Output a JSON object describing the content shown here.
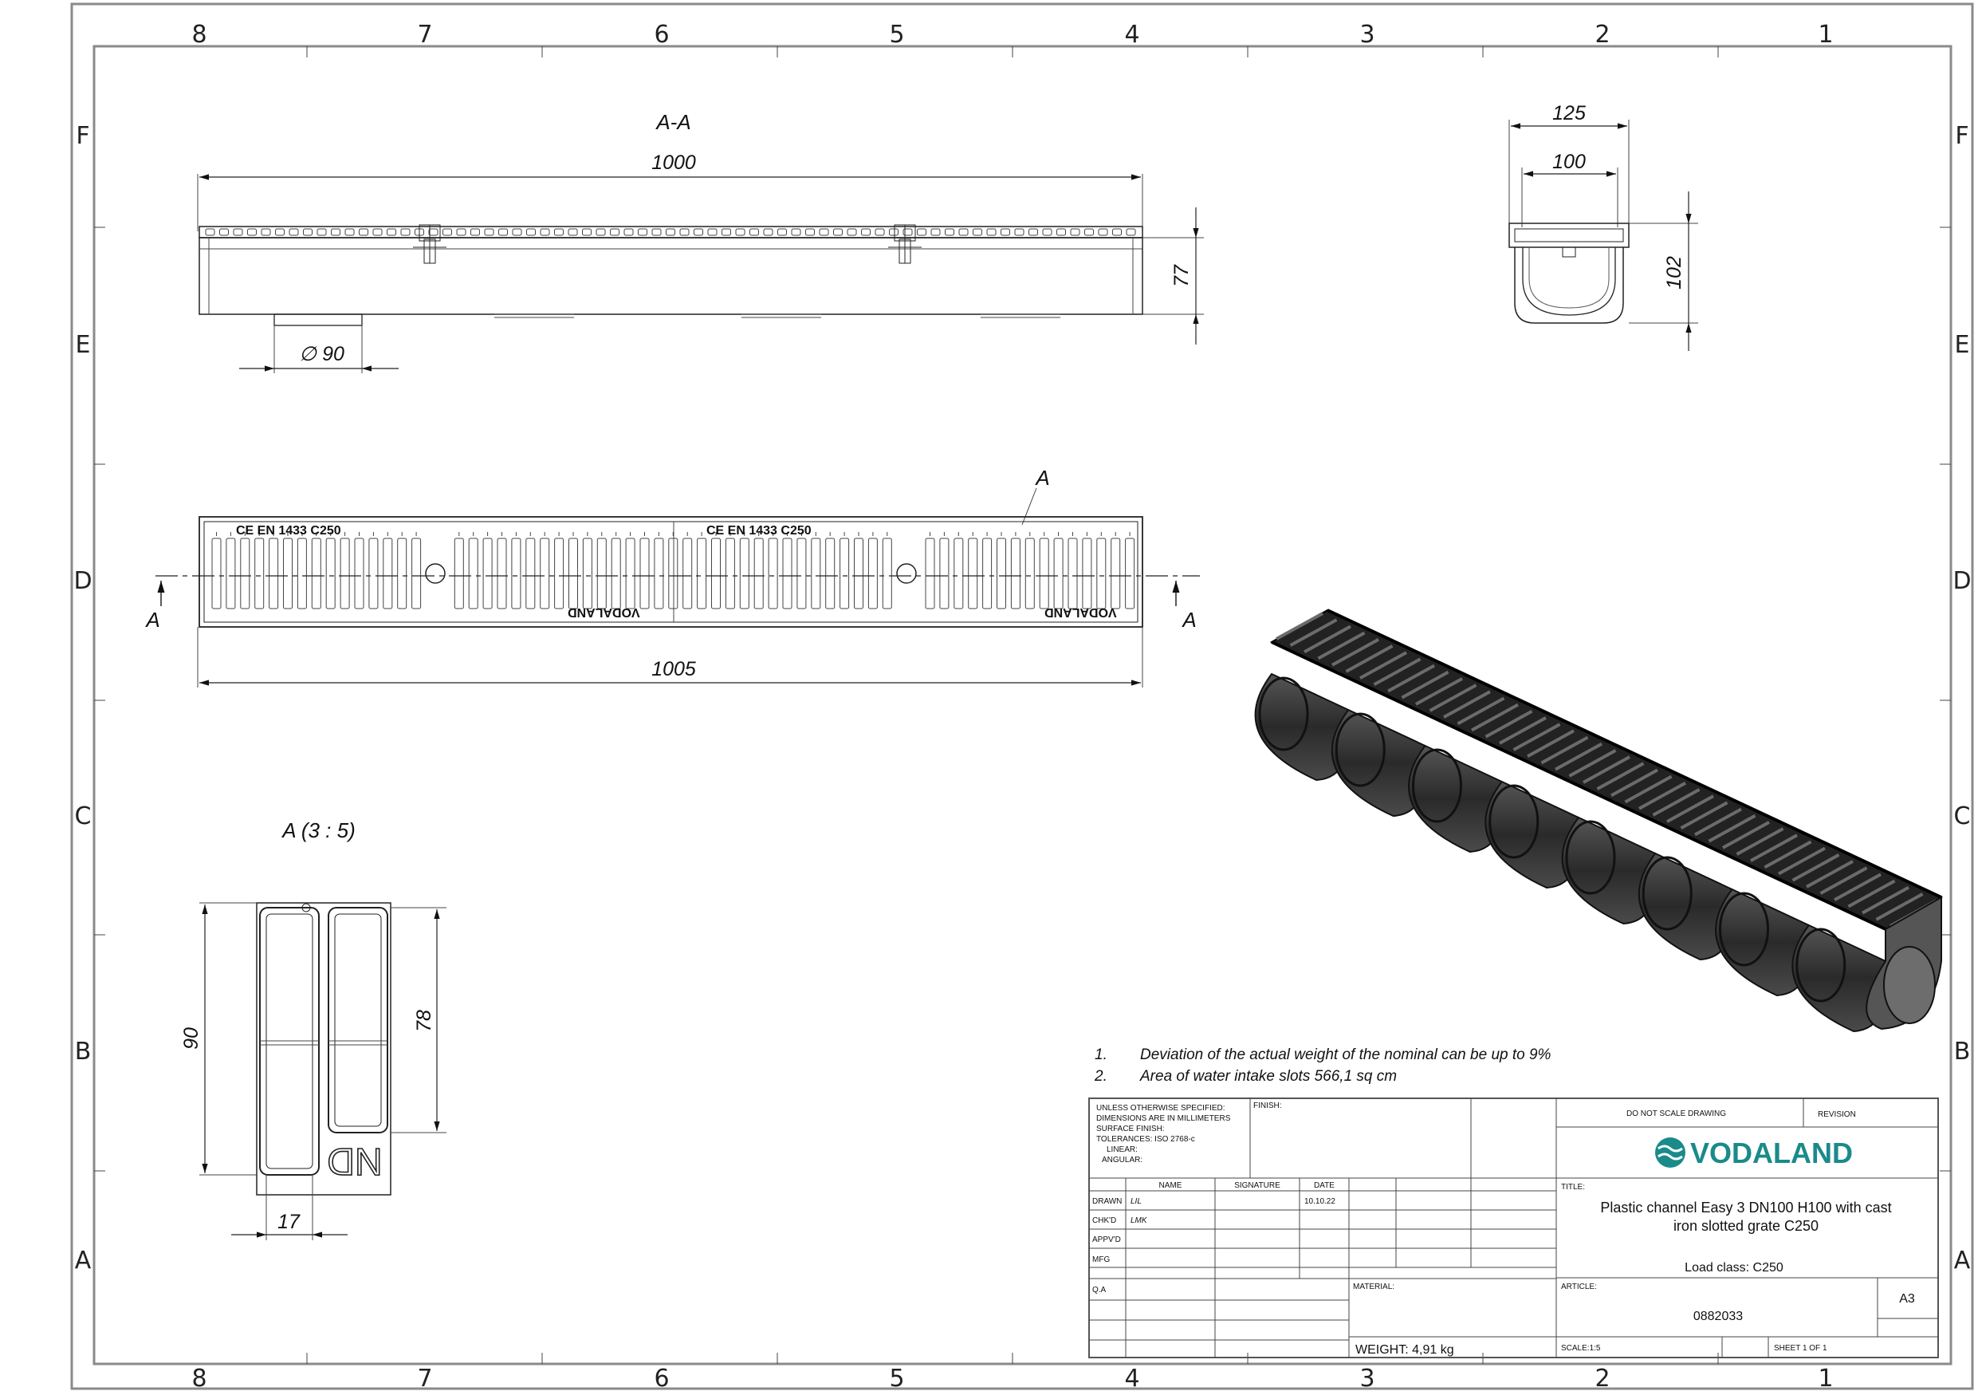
{
  "zones": {
    "columns": [
      "8",
      "7",
      "6",
      "5",
      "4",
      "3",
      "2",
      "1"
    ],
    "rows": [
      "F",
      "E",
      "D",
      "C",
      "B",
      "A"
    ]
  },
  "views": {
    "section_title": "A-A",
    "detail_title": "A (3 : 5)",
    "section_mark": "A",
    "detail_mark": "A"
  },
  "dimensions": {
    "length_top": "1000",
    "length_bottom": "1005",
    "height_section": "77",
    "outlet_diameter": "90",
    "outlet_symbol": "∅",
    "width_outer": "125",
    "width_inner": "100",
    "height_end": "102",
    "detail_height_outer": "90",
    "detail_height_inner": "78",
    "detail_width": "17"
  },
  "grate_marking": {
    "standard": "CE EN 1433 C250",
    "brand": "VODALAND",
    "detail_logo": "ND"
  },
  "notes": [
    {
      "num": "1.",
      "text": "Deviation of the actual weight of the nominal can be up to 9%"
    },
    {
      "num": "2.",
      "text": "Area of water intake slots 566,1 sq cm"
    }
  ],
  "title_block": {
    "general": [
      "UNLESS OTHERWISE SPECIFIED:",
      "DIMENSIONS ARE IN MILLIMETERS",
      "SURFACE FINISH:",
      "TOLERANCES: ISO 2768-c",
      "LINEAR:",
      "ANGULAR:"
    ],
    "finish_label": "FINISH:",
    "do_not_scale": "DO NOT SCALE DRAWING",
    "revision_label": "REVISION",
    "company": "VODALAND",
    "col_name": "NAME",
    "col_signature": "SIGNATURE",
    "col_date": "DATE",
    "rows": [
      {
        "role": "DRAWN",
        "name": "LIL",
        "date": "10.10.22"
      },
      {
        "role": "CHK'D",
        "name": "LMK",
        "date": ""
      },
      {
        "role": "APPV'D",
        "name": "",
        "date": ""
      },
      {
        "role": "MFG",
        "name": "",
        "date": ""
      },
      {
        "role": "Q.A",
        "name": "",
        "date": ""
      }
    ],
    "title_label": "TITLE:",
    "title_line1": "Plastic channel Easy 3 DN100 H100 with cast",
    "title_line2": "iron slotted grate C250",
    "load_class": "Load class: C250",
    "material_label": "MATERIAL:",
    "article_label": "ARTICLE:",
    "article": "0882033",
    "sheet_size": "A3",
    "weight": "WEIGHT: 4,91 kg",
    "scale": "SCALE:1:5",
    "sheet": "SHEET 1 OF 1"
  },
  "colors": {
    "line": "#222222",
    "frame": "#888888",
    "brand": "#1a8a8a",
    "iso_grate": "#1a1a1a",
    "iso_body": "#3a3a3a"
  }
}
